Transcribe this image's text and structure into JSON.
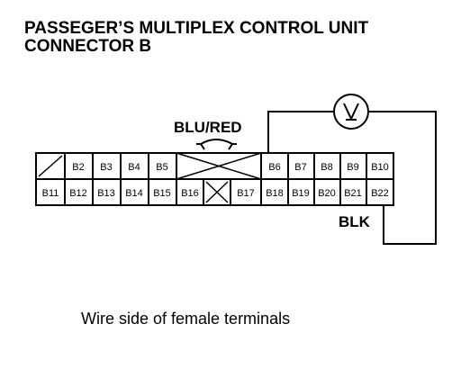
{
  "title": {
    "line1": "PASSEGER’S MULTIPLEX CONTROL UNIT",
    "line2": "CONNECTOR B"
  },
  "wire_labels": {
    "jumper": "BLU/RED",
    "ground": "BLK"
  },
  "connector": {
    "top_row": [
      "",
      "B2",
      "B3",
      "B4",
      "B5",
      "",
      "B6",
      "B7",
      "B8",
      "B9",
      "B10"
    ],
    "bottom_row": [
      "B11",
      "B12",
      "B13",
      "B14",
      "B15",
      "B16",
      "",
      "B17",
      "B18",
      "B19",
      "B20",
      "B21",
      "B22"
    ]
  },
  "meter": {
    "icon": "voltmeter-icon"
  },
  "caption": "Wire side of female terminals"
}
